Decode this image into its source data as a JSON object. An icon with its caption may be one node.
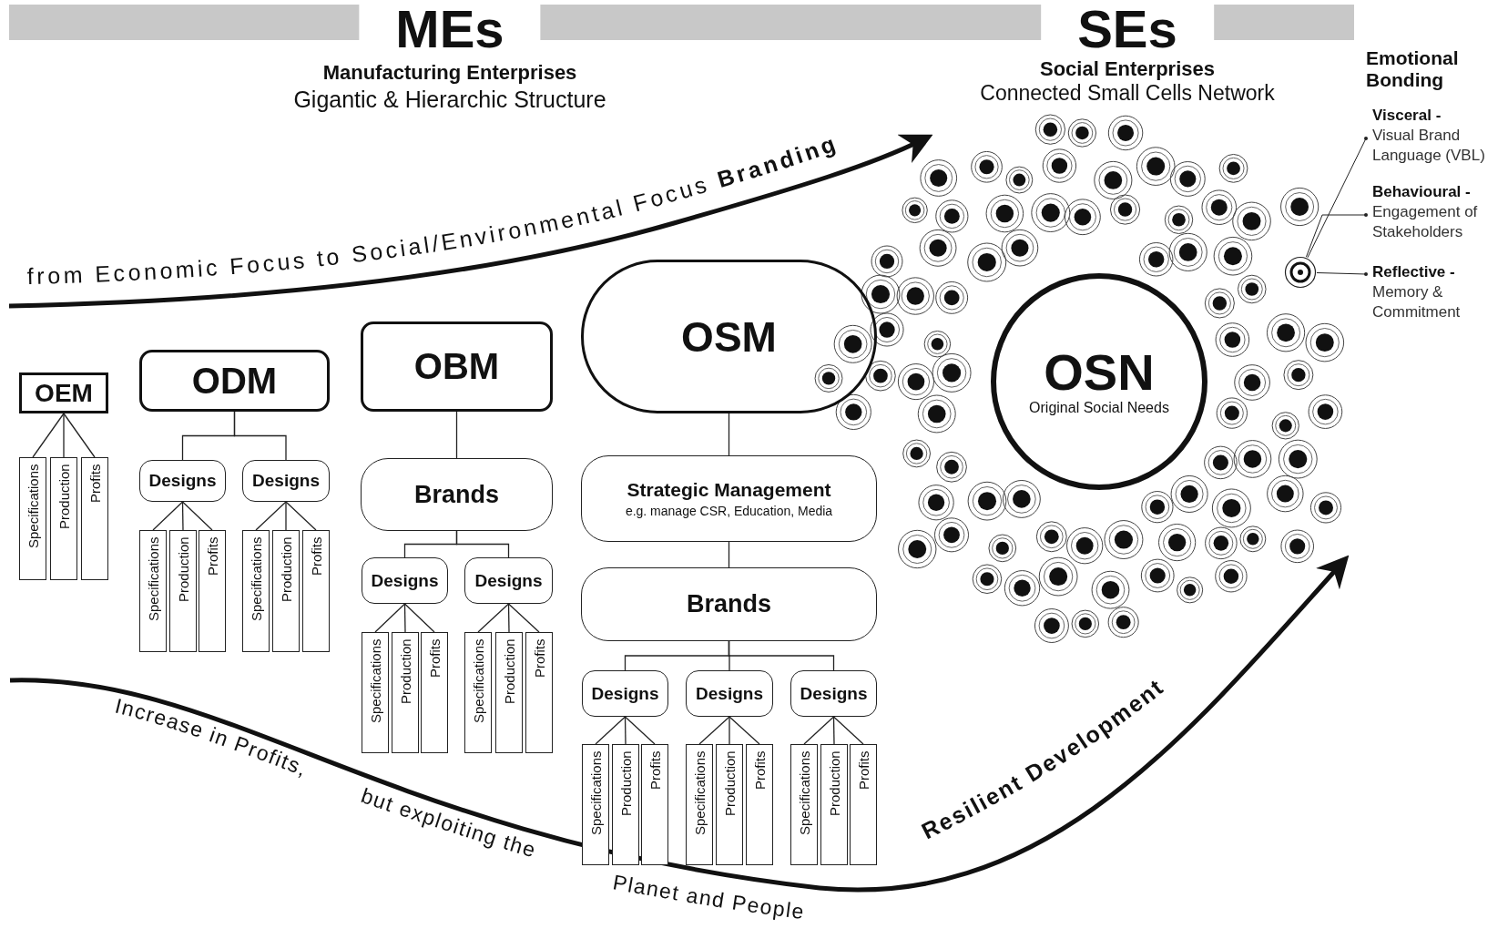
{
  "diagram": {
    "nodes": [
      {
        "text": [
          "OEM"
        ]
      },
      {
        "text": [
          "Specifications"
        ]
      },
      {
        "text": [
          "Production"
        ]
      },
      {
        "text": [
          "Profits"
        ]
      },
      {
        "text": [
          "ODM"
        ]
      },
      {
        "text": [
          "Designs"
        ]
      },
      {
        "text": [
          "Designs"
        ]
      },
      {
        "text": [
          "Specifications"
        ]
      },
      {
        "text": [
          "Production"
        ]
      },
      {
        "text": [
          "Profits"
        ]
      },
      {
        "text": [
          "Specifications"
        ]
      },
      {
        "text": [
          "Production"
        ]
      },
      {
        "text": [
          "Profits"
        ]
      },
      {
        "text": [
          "OBM"
        ]
      },
      {
        "text": [
          "Brands"
        ]
      },
      {
        "text": [
          "Designs"
        ]
      },
      {
        "text": [
          "Designs"
        ]
      },
      {
        "text": [
          "Specifications"
        ]
      },
      {
        "text": [
          "Production"
        ]
      },
      {
        "text": [
          "Profits"
        ]
      },
      {
        "text": [
          "Specifications"
        ]
      },
      {
        "text": [
          "Production"
        ]
      },
      {
        "text": [
          "Profits"
        ]
      },
      {
        "text": [
          "OSM"
        ]
      },
      {
        "text": [
          "Strategic Management",
          "e.g. manage CSR, Education, Media"
        ]
      },
      {
        "text": [
          "Brands"
        ]
      },
      {
        "text": [
          "Designs"
        ]
      },
      {
        "text": [
          "Designs"
        ]
      },
      {
        "text": [
          "Designs"
        ]
      },
      {
        "text": [
          "Specifications"
        ]
      },
      {
        "text": [
          "Production"
        ]
      },
      {
        "text": [
          "Profits"
        ]
      },
      {
        "text": [
          "Specifications"
        ]
      },
      {
        "text": [
          "Production"
        ]
      },
      {
        "text": [
          "Profits"
        ]
      },
      {
        "text": [
          "Specifications"
        ]
      },
      {
        "text": [
          "Production"
        ]
      },
      {
        "text": [
          "Profits"
        ]
      },
      {
        "text": [
          "OSN",
          "Original Social Needs"
        ]
      },
      {
        "text": [
          "Visceral -",
          "Visual Brand Language (VBL)"
        ]
      },
      {
        "text": [
          "Behavioural -",
          "Engagement of Stakeholders"
        ]
      },
      {
        "text": [
          "Reflective -",
          "Memory & Commitment"
        ]
      },
      {
        "text": [],
        "shape": "circle"
      }
    ],
    "edges": [
      {
        "from": 0,
        "to": 1,
        "arrow": "none"
      },
      {
        "from": 0,
        "to": 2,
        "arrow": "none"
      },
      {
        "from": 0,
        "to": 3,
        "arrow": "none"
      },
      {
        "from": 4,
        "to": 5,
        "arrow": "none"
      },
      {
        "from": 4,
        "to": 6,
        "arrow": "none"
      },
      {
        "from": 5,
        "to": 7,
        "arrow": "none"
      },
      {
        "from": 5,
        "to": 8,
        "arrow": "none"
      },
      {
        "from": 5,
        "to": 9,
        "arrow": "none"
      },
      {
        "from": 6,
        "to": 10,
        "arrow": "none"
      },
      {
        "from": 6,
        "to": 11,
        "arrow": "none"
      },
      {
        "from": 6,
        "to": 12,
        "arrow": "none"
      },
      {
        "from": 13,
        "to": 14,
        "arrow": "none"
      },
      {
        "from": 14,
        "to": 15,
        "arrow": "none"
      },
      {
        "from": 14,
        "to": 16,
        "arrow": "none"
      },
      {
        "from": 15,
        "to": 17,
        "arrow": "none"
      },
      {
        "from": 15,
        "to": 18,
        "arrow": "none"
      },
      {
        "from": 15,
        "to": 19,
        "arrow": "none"
      },
      {
        "from": 16,
        "to": 20,
        "arrow": "none"
      },
      {
        "from": 16,
        "to": 21,
        "arrow": "none"
      },
      {
        "from": 16,
        "to": 22,
        "arrow": "none"
      },
      {
        "from": 23,
        "to": 24,
        "arrow": "none"
      },
      {
        "from": 24,
        "to": 25,
        "arrow": "none"
      },
      {
        "from": 25,
        "to": 26,
        "arrow": "none"
      },
      {
        "from": 25,
        "to": 27,
        "arrow": "none"
      },
      {
        "from": 25,
        "to": 28,
        "arrow": "none"
      },
      {
        "from": 26,
        "to": 29,
        "arrow": "none"
      },
      {
        "from": 26,
        "to": 30,
        "arrow": "none"
      },
      {
        "from": 26,
        "to": 31,
        "arrow": "none"
      },
      {
        "from": 27,
        "to": 32,
        "arrow": "none"
      },
      {
        "from": 27,
        "to": 33,
        "arrow": "none"
      },
      {
        "from": 27,
        "to": 34,
        "arrow": "none"
      },
      {
        "from": 28,
        "to": 35,
        "arrow": "none"
      },
      {
        "from": 28,
        "to": 36,
        "arrow": "none"
      },
      {
        "from": 28,
        "to": 37,
        "arrow": "none"
      },
      {
        "from": 39,
        "to": 42,
        "arrow": "other"
      },
      {
        "from": 40,
        "to": 42,
        "arrow": "other"
      },
      {
        "from": 41,
        "to": 42,
        "arrow": "other"
      }
    ],
    "labels": [
      "MEs",
      "Manufacturing Enterprises",
      "Gigantic & Hierarchic Structure",
      "SEs",
      "Social Enterprises",
      "Connected Small Cells Network",
      "Emotional Bonding",
      "from Economic Focus to Social/Environmental Focus **Branding**",
      "Increase in Profits,",
      "but exploiting the",
      "Planet and People",
      "Resilient Development"
    ]
  }
}
